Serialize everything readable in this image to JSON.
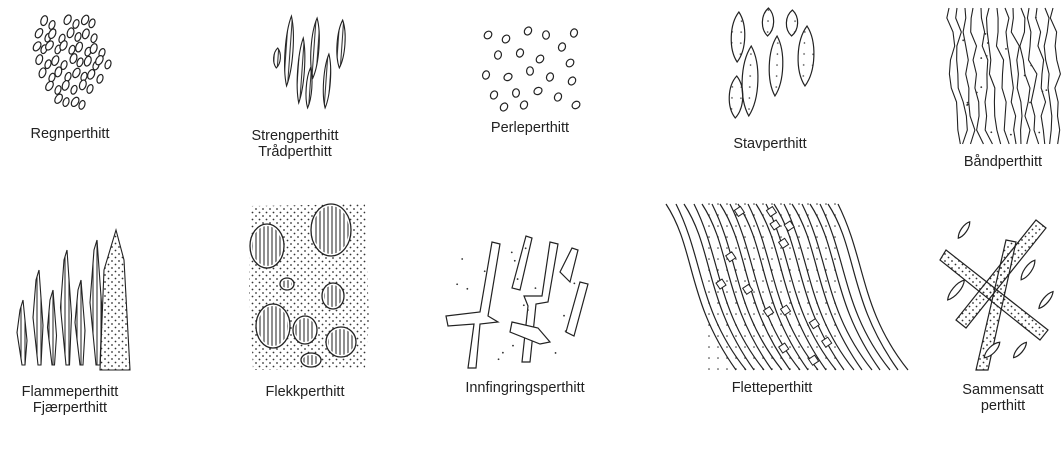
{
  "figure": {
    "panels": [
      {
        "id": "regn",
        "lines": [
          "Regnperthitt"
        ]
      },
      {
        "id": "streng",
        "lines": [
          "Strengperthitt",
          "Trådperthitt"
        ]
      },
      {
        "id": "perle",
        "lines": [
          "Perleperthitt"
        ]
      },
      {
        "id": "stav",
        "lines": [
          "Stavperthitt"
        ]
      },
      {
        "id": "band",
        "lines": [
          "Båndperthitt"
        ]
      },
      {
        "id": "flamme",
        "lines": [
          "Flammeperthitt",
          "Fjærperthitt"
        ]
      },
      {
        "id": "flekk",
        "lines": [
          "Flekkperthitt"
        ]
      },
      {
        "id": "innfingring",
        "lines": [
          "Innfingringsperthitt"
        ]
      },
      {
        "id": "flette",
        "lines": [
          "Fletteperthitt"
        ]
      },
      {
        "id": "sammensatt",
        "lines": [
          "Sammensatt",
          "perthitt"
        ]
      }
    ]
  }
}
